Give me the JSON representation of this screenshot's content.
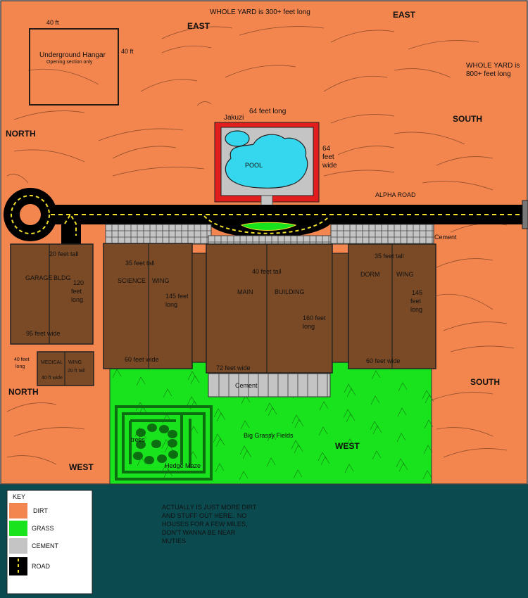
{
  "colors": {
    "dirt": "#f3854f",
    "grass": "#19e31c",
    "cement": "#c4c4c4",
    "road": "#000000",
    "road_dash": "#f2e12a",
    "building": "#7a4a26",
    "pool_water": "#35d7ef",
    "pool_frame": "#e21d1d",
    "bottom_bg": "#0b4a4f"
  },
  "yard": {
    "length_label": "WHOLE YARD is 300+ feet long",
    "width_label": "WHOLE YARD is\n800+ feet long",
    "directions": {
      "east_1": "EAST",
      "east_2": "EAST",
      "north_1": "NORTH",
      "north_2": "NORTH",
      "south_1": "SOUTH",
      "south_2": "SOUTH",
      "west_1": "WEST",
      "west_2": "WEST"
    }
  },
  "hangar": {
    "title": "Underground Hangar",
    "subtitle": "Opening section only",
    "dim_top": "40 ft",
    "dim_side": "40 ft"
  },
  "pool": {
    "label": "POOL",
    "jakuzi": "Jakuzi",
    "length": "64 feet long",
    "width": "64\nfeet\nwide"
  },
  "road": {
    "name": "ALPHA ROAD"
  },
  "cement_label_1": "Cement",
  "cement_label_2": "Cement",
  "buildings": {
    "garage": {
      "name_left": "GARAGE",
      "name_right": "BLDG",
      "height": "20 feet tall",
      "length": "120\nfeet\nlong",
      "width": "95 feet wide"
    },
    "science": {
      "name_left": "SCIENCE",
      "name_right": "WING",
      "height": "35 feet tall",
      "length": "145 feet\nlong",
      "width": "60 feet wide"
    },
    "main": {
      "name_left": "MAIN",
      "name_right": "BUILDING",
      "height": "40 feet tall",
      "length": "160 feet\nlong",
      "width": "72 feet wide"
    },
    "dorm": {
      "name_left": "DORM",
      "name_right": "WING",
      "height": "35 feet tall",
      "length": "145\nfeet\nlong",
      "width": "60 feet wide"
    },
    "medical": {
      "name_left": "MEDICAL",
      "name_right": "WING",
      "height": "20 ft tall",
      "width": "40 ft wide",
      "length": "40 feet\nlong"
    }
  },
  "grass": {
    "fields_label": "Big Grassy Fields",
    "maze_label": "Hedge Maze",
    "trees_label": "trees"
  },
  "key": {
    "title": "KEY",
    "items": [
      {
        "label": "DIRT",
        "color": "#f3854f"
      },
      {
        "label": "GRASS",
        "color": "#19e31c"
      },
      {
        "label": "CEMENT",
        "color": "#c4c4c4"
      },
      {
        "label": "ROAD",
        "color": "#000000"
      }
    ]
  },
  "outside_note": "ACTUALLY IS JUST MORE DIRT\nAND STUFF OUT HERE.. NO\nHOUSES FOR A FEW MILES,\nDON'T WANNA BE NEAR\nMUTIES"
}
